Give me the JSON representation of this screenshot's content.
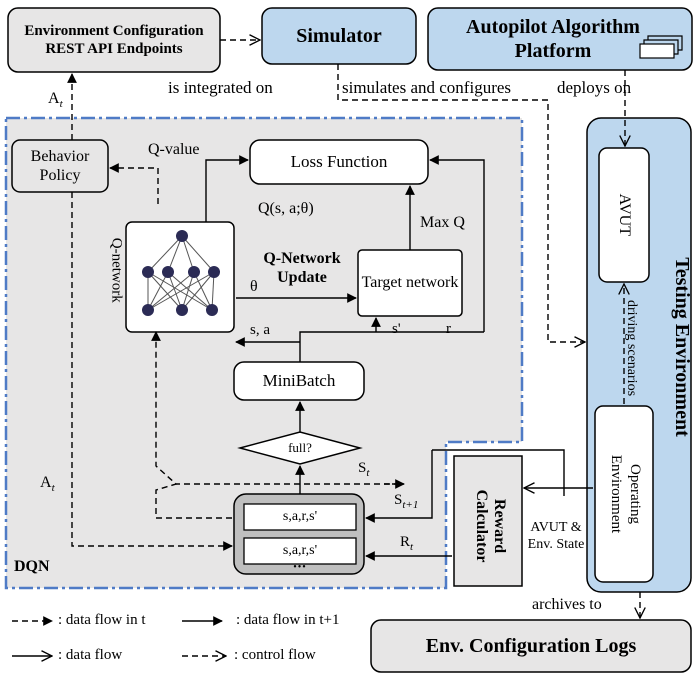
{
  "boxes": {
    "env_config_api": "Environment Configuration REST API Endpoints",
    "simulator": "Simulator",
    "autopilot_platform": "Autopilot Algorithm Platform",
    "behavior_policy": "Behavior Policy",
    "loss_function": "Loss Function",
    "target_network": "Target network",
    "minibatch": "MiniBatch",
    "full_check": "full?",
    "replay_row_1": "s,a,r,s'",
    "replay_row_2": "s,a,r,s'",
    "replay_more": "•••",
    "reward_calculator": "Reward Calculator",
    "testing_environment": "Testing Environment",
    "avut": "AVUT",
    "operating_environment": "Operating Environment",
    "env_config_logs": "Env. Configuration Logs"
  },
  "labels": {
    "is_integrated_on": "is integrated on",
    "simulates_and_configures": "simulates and configures",
    "deploys_on": "deploys on",
    "a_t_top": "A",
    "a_t_top_sub": "t",
    "q_value": "Q-value",
    "q_sa_theta": "Q(s, a;θ)",
    "max_q": "Max Q",
    "q_network": "Q-network",
    "q_network_update": "Q-Network Update",
    "theta": "θ",
    "s_a": "s, a",
    "s_prime": "s'",
    "r": "r",
    "s_t": "S",
    "s_t_sub": "t",
    "s_t1": "S",
    "s_t1_sub": "t+1",
    "a_t_left": "A",
    "a_t_left_sub": "t",
    "r_t": "R",
    "r_t_sub": "t",
    "avut_env_state": "AVUT & Env. State",
    "driving_scenarios": "driving scenarios",
    "archives_to": "archives to",
    "dqn": "DQN"
  },
  "legend": {
    "dashed_filled": ": data flow in t",
    "solid_filled": ": data flow in t+1",
    "solid_open": ": data flow",
    "dashed_open": ": control flow"
  },
  "colors": {
    "blue_box": "#bdd7ee",
    "gray_box": "#e7e6e6",
    "dqn_region": "#e7e6e6",
    "dqn_border": "#4f7bc6",
    "replay_fill": "#bfbfbf",
    "node": "#2b2b55"
  }
}
